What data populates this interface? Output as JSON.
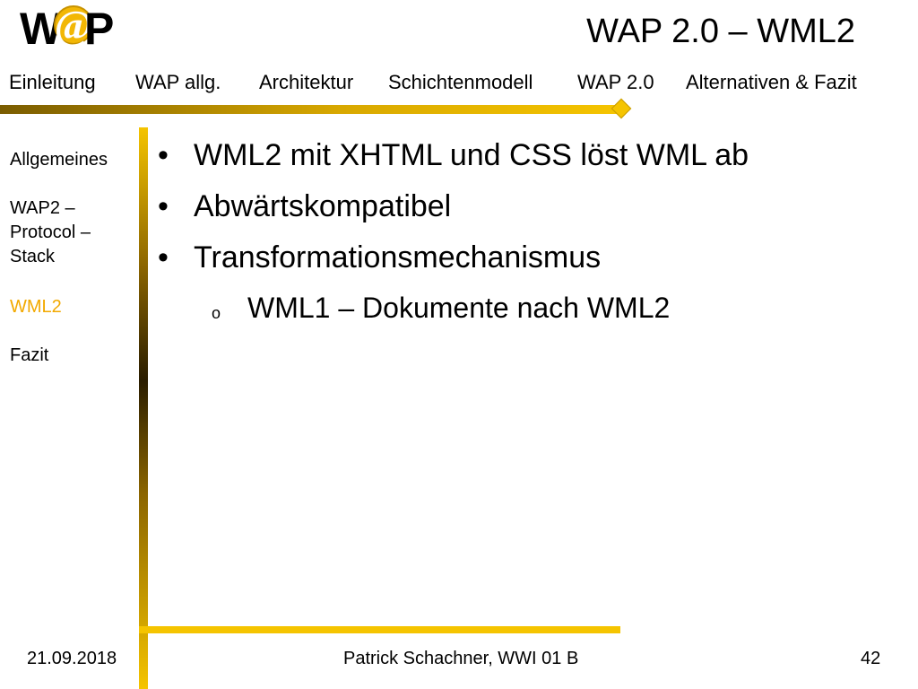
{
  "logo": {
    "letter_w": "W",
    "letter_at": "@",
    "letter_p": "P"
  },
  "title": "WAP 2.0 – WML2",
  "nav": [
    "Einleitung",
    "WAP allg.",
    "Architektur",
    "Schichtenmodell",
    "WAP 2.0",
    "Alternativen & Fazit"
  ],
  "sidebar": [
    {
      "label": "Allgemeines",
      "active": false
    },
    {
      "label_lines": [
        "WAP2 –",
        "Protocol –",
        "Stack"
      ],
      "active": false
    },
    {
      "label": "WML2",
      "active": true
    },
    {
      "label": "Fazit",
      "active": false
    }
  ],
  "bullets": [
    "WML2 mit XHTML und CSS löst WML ab",
    "Abwärtskompatibel",
    "Transformationsmechanismus"
  ],
  "sub_bullets": [
    "WML1 – Dokumente nach WML2"
  ],
  "bullet_symbol": "•",
  "sub_bullet_symbol": "o",
  "footer": {
    "date": "21.09.2018",
    "author": "Patrick Schachner, WWI 01 B",
    "page": "42"
  },
  "colors": {
    "accent": "#f5c400",
    "active_text": "#f2a900"
  }
}
